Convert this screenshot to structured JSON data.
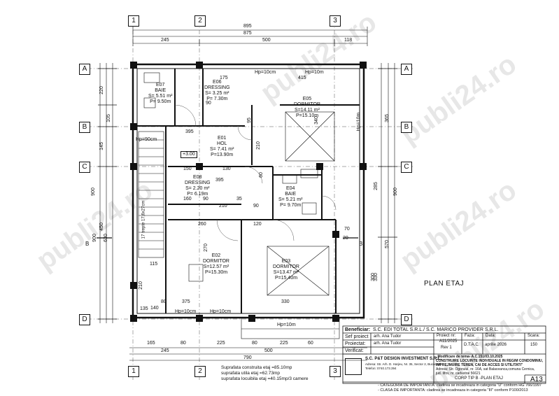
{
  "grid": {
    "columns": [
      "1",
      "2",
      "3"
    ],
    "rows": [
      "A",
      "B",
      "C",
      "D"
    ]
  },
  "dimensions": {
    "top_total": "895",
    "top_inner": "875",
    "top_segments": [
      "245",
      "500",
      "118"
    ],
    "bottom_total": "790",
    "bottom_segments_a": [
      "165",
      "80",
      "225",
      "80",
      "225",
      "60"
    ],
    "bottom_segments_b": [
      "245",
      "500"
    ],
    "left_total": "900",
    "left_segments": [
      "220",
      "105",
      "145",
      "450"
    ],
    "right_total": "900",
    "right_segments": [
      "365",
      "285",
      "570",
      "330"
    ],
    "inner": [
      "395",
      "130",
      "150",
      "395",
      "160",
      "90",
      "210",
      "35",
      "90",
      "120",
      "260",
      "270",
      "375",
      "140",
      "330",
      "115",
      "210",
      "90",
      "175",
      "415",
      "340",
      "60",
      "70",
      "20",
      "95",
      "210",
      "630",
      "900",
      "300",
      "80",
      "135"
    ]
  },
  "rooms": [
    {
      "code": "E07",
      "name": "BAIE",
      "area": "S= 5.51 m²",
      "perimeter": "P= 9.50m"
    },
    {
      "code": "E06",
      "name": "DRESSING",
      "area": "S= 3.25 m²",
      "perimeter": "P= 7.30m"
    },
    {
      "code": "E05",
      "name": "DORMITOR",
      "area": "S=14.11 m²",
      "perimeter": "P=15.10m"
    },
    {
      "code": "E01",
      "name": "HOL",
      "area": "S= 7.41 m²",
      "perimeter": "P=13.90m"
    },
    {
      "code": "E08",
      "name": "DRESSING",
      "area": "S= 2.20 m²",
      "perimeter": "P= 6.19m"
    },
    {
      "code": "E04",
      "name": "BAIE",
      "area": "S= 5.21 m²",
      "perimeter": "P= 9.70m"
    },
    {
      "code": "E02",
      "name": "DORMITOR",
      "area": "S=12.57 m²",
      "perimeter": "P=15.30m"
    },
    {
      "code": "E03",
      "name": "DORMITOR",
      "area": "S=13.47 m²",
      "perimeter": "P=15.40m"
    }
  ],
  "window_labels": [
    "Hp=10cm",
    "Hp=10m",
    "Hp=10m",
    "Hp=10cm",
    "Hp=10cm",
    "Hp=10m",
    "Hp=90cm"
  ],
  "level_mark": "+3.00",
  "stair_note": "17 trepte 17,6x27cm",
  "section_mark": "B",
  "plan_title": "PLAN ETAJ",
  "areas": {
    "constructed": "Suprafata construita etaj =85.10mp",
    "useful": "suprafata utila etaj =62.73mp",
    "living": "suprafata locuibila etaj =40.15mp/3 camere"
  },
  "title_block": {
    "beneficiar_label": "Beneficiar:",
    "beneficiar": "S.C. EDI TOTAL S.R.L./ S.C. MARICO PROVIDER S.R.L.",
    "sef_proiect_label": "Sef proiect",
    "sef_proiect": "arh. Ana Tudor",
    "proiectat_label": "Proiectat:",
    "proiectat": "arh. Ana Tudor",
    "verificat_label": "Verificat:",
    "proiect_nr_label": "Proiect nr:",
    "proiect_nr": "A11/2025",
    "rev": "Rev 1",
    "faza_label": "Faza:",
    "faza": "D.T.A.C.",
    "data_label": "Data:",
    "data": "aprilie 2026",
    "scara_label": "Scara:",
    "scara": "150",
    "company": "S.C. P&T DESIGN INVESTMENT S.R.L.",
    "company_address": "Adresa: Str. Arh. D. Harjeu, Nr. 35, Sector 2, Bucuresti",
    "company_phone": "Telefon: 0740.173.394",
    "description_1": "„Modificare de tema- A.C.151/03.10.2025",
    "description_2": "CONSTRUIRE LOCUINTE INDIVIDUALE IN REGIM CONDOMINIU,",
    "description_3": "IMPREJMUIRE TEREN, CAI DE ACCES SI UTILITATI\"",
    "description_4": "Adresa: Str. Ogoruiui, nr. 16A, sat Balaceanca,comuna Cernica,",
    "description_5": "jud. Ilfov, nr. cadastral 56621",
    "drawing_name": "CORP TIP B -PLAN ETAJ",
    "sheet": "A13"
  },
  "notes": [
    "- CATEGORIA DE IMPORTANTA: cladirea se incadreaza in categoria \"D\" conform HG 766/1997",
    "- CLASA DE IMPORTANTA: cladirea se incadreaza in categoria \"III\" conform P100/2013"
  ],
  "watermark": "publi24.ro"
}
